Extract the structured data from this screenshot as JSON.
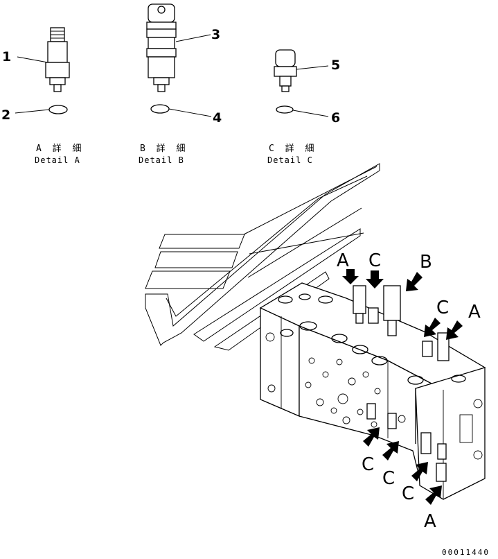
{
  "callouts": [
    "1",
    "2",
    "3",
    "4",
    "5",
    "6"
  ],
  "details": [
    {
      "jp": "A 詳 細",
      "en": "Detail A"
    },
    {
      "jp": "B 詳 細",
      "en": "Detail B"
    },
    {
      "jp": "C 詳 細",
      "en": "Detail C"
    }
  ],
  "view_letters": [
    "A",
    "C",
    "B",
    "C",
    "A",
    "C",
    "C",
    "C",
    "A"
  ],
  "drawing_number": "00011440"
}
